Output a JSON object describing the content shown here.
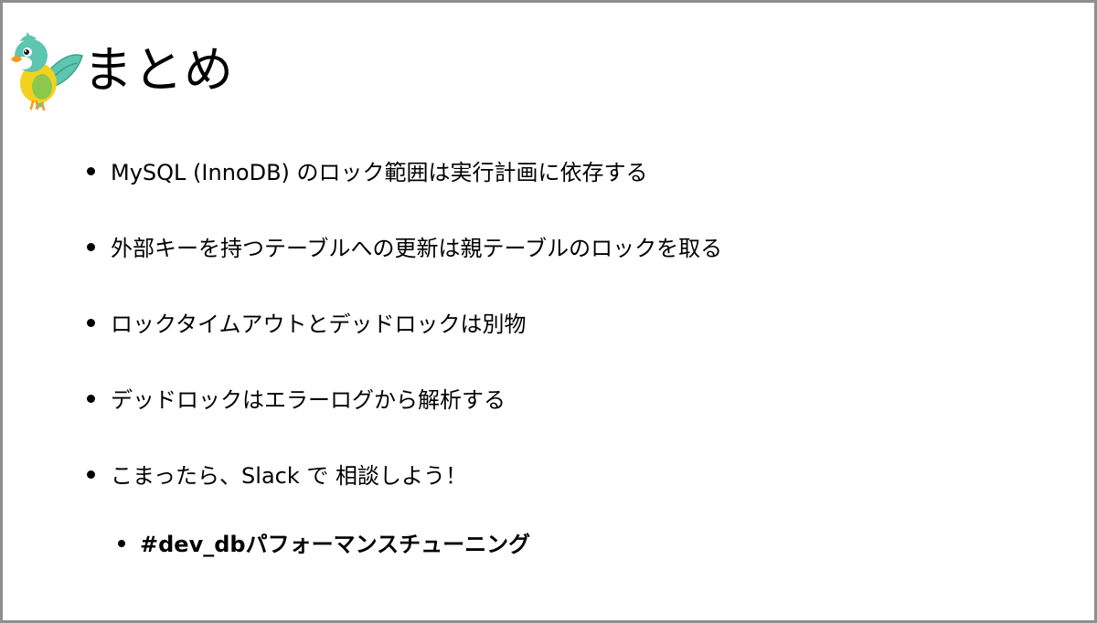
{
  "slide": {
    "title": "まとめ",
    "bullets": [
      "MySQL (InnoDB) のロック範囲は実行計画に依存する",
      "外部キーを持つテーブルへの更新は親テーブルのロックを取る",
      "ロックタイムアウトとデッドロックは別物",
      "デッドロックはエラーログから解析する",
      "こまったら、Slack で 相談しよう！"
    ],
    "sub_bullet": "#dev_dbパフォーマンスチューニング"
  },
  "colors": {
    "mascot_body": "#f2d21f",
    "mascot_head": "#5cc6b0",
    "mascot_wing": "#5cc6b0",
    "mascot_beak": "#f39a1a",
    "frame": "#8f8f8f"
  }
}
